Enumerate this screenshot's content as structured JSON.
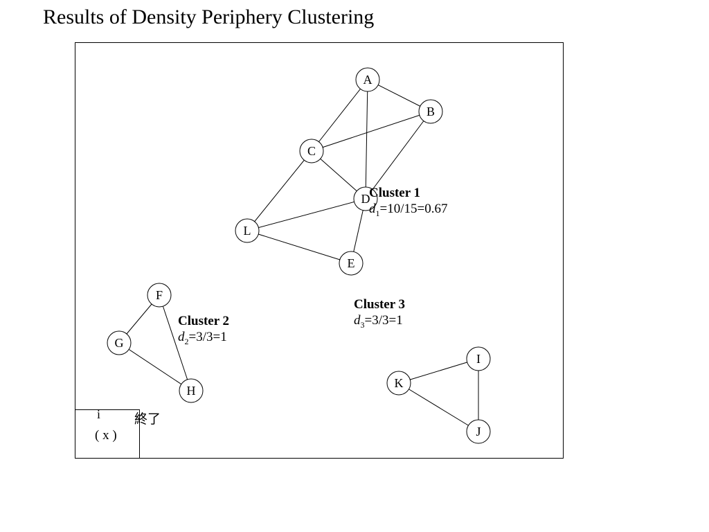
{
  "title": "Results of Density Periphery Clustering",
  "nodes": [
    "A",
    "B",
    "C",
    "D",
    "E",
    "L",
    "F",
    "G",
    "H",
    "I",
    "J",
    "K"
  ],
  "edges": [
    [
      "A",
      "B"
    ],
    [
      "A",
      "C"
    ],
    [
      "A",
      "D"
    ],
    [
      "B",
      "C"
    ],
    [
      "B",
      "D"
    ],
    [
      "C",
      "D"
    ],
    [
      "C",
      "L"
    ],
    [
      "D",
      "L"
    ],
    [
      "D",
      "E"
    ],
    [
      "L",
      "E"
    ],
    [
      "F",
      "G"
    ],
    [
      "F",
      "H"
    ],
    [
      "G",
      "H"
    ],
    [
      "I",
      "K"
    ],
    [
      "I",
      "J"
    ],
    [
      "K",
      "J"
    ]
  ],
  "clusters": [
    {
      "name": "Cluster 1",
      "d_symbol": "d",
      "d_index": "1",
      "d_value": "=10/15=0.67"
    },
    {
      "name": "Cluster 2",
      "d_symbol": "d",
      "d_index": "2",
      "d_value": "=3/3=1"
    },
    {
      "name": "Cluster 3",
      "d_symbol": "d",
      "d_index": "3",
      "d_value": "=3/3=1"
    }
  ],
  "inset": {
    "label_i": "i",
    "label_x": "( x )",
    "end_text": "終了"
  }
}
